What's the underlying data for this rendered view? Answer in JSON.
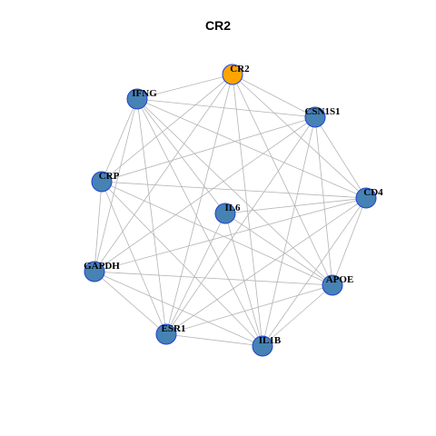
{
  "title": "CR2",
  "colors": {
    "focus_node": "#FFA500",
    "node": "#4682B4",
    "node_border": "#1F3FD6",
    "edge": "#B4B4B4"
  },
  "nodes": [
    {
      "id": "CR2",
      "label": "CR2",
      "focus": true
    },
    {
      "id": "IFNG",
      "label": "IFNG",
      "focus": false
    },
    {
      "id": "CSN1S1",
      "label": "CSN1S1",
      "focus": false
    },
    {
      "id": "CRP",
      "label": "CRP",
      "focus": false
    },
    {
      "id": "CD4",
      "label": "CD4",
      "focus": false
    },
    {
      "id": "IL6",
      "label": "IL6",
      "focus": false
    },
    {
      "id": "GAPDH",
      "label": "GAPDH",
      "focus": false
    },
    {
      "id": "APOE",
      "label": "APOE",
      "focus": false
    },
    {
      "id": "ESR1",
      "label": "ESR1",
      "focus": false
    },
    {
      "id": "IL1B",
      "label": "IL1B",
      "focus": false
    }
  ],
  "edges": [
    [
      "CR2",
      "IFNG"
    ],
    [
      "CR2",
      "CSN1S1"
    ],
    [
      "CR2",
      "CRP"
    ],
    [
      "CR2",
      "CD4"
    ],
    [
      "CR2",
      "GAPDH"
    ],
    [
      "CR2",
      "APOE"
    ],
    [
      "CR2",
      "ESR1"
    ],
    [
      "CR2",
      "IL1B"
    ],
    [
      "IFNG",
      "CSN1S1"
    ],
    [
      "IFNG",
      "CRP"
    ],
    [
      "IFNG",
      "CD4"
    ],
    [
      "IFNG",
      "IL6"
    ],
    [
      "IFNG",
      "GAPDH"
    ],
    [
      "IFNG",
      "APOE"
    ],
    [
      "IFNG",
      "ESR1"
    ],
    [
      "IFNG",
      "IL1B"
    ],
    [
      "CSN1S1",
      "CRP"
    ],
    [
      "CSN1S1",
      "CD4"
    ],
    [
      "CSN1S1",
      "GAPDH"
    ],
    [
      "CSN1S1",
      "APOE"
    ],
    [
      "CSN1S1",
      "ESR1"
    ],
    [
      "CSN1S1",
      "IL1B"
    ],
    [
      "CRP",
      "CD4"
    ],
    [
      "CRP",
      "GAPDH"
    ],
    [
      "CRP",
      "APOE"
    ],
    [
      "CRP",
      "ESR1"
    ],
    [
      "CRP",
      "IL1B"
    ],
    [
      "CD4",
      "IL6"
    ],
    [
      "CD4",
      "GAPDH"
    ],
    [
      "CD4",
      "APOE"
    ],
    [
      "CD4",
      "ESR1"
    ],
    [
      "CD4",
      "IL1B"
    ],
    [
      "IL6",
      "ESR1"
    ],
    [
      "IL6",
      "IL1B"
    ],
    [
      "IL6",
      "APOE"
    ],
    [
      "GAPDH",
      "APOE"
    ],
    [
      "GAPDH",
      "ESR1"
    ],
    [
      "GAPDH",
      "IL1B"
    ],
    [
      "APOE",
      "ESR1"
    ],
    [
      "APOE",
      "IL1B"
    ],
    [
      "ESR1",
      "IL1B"
    ]
  ]
}
